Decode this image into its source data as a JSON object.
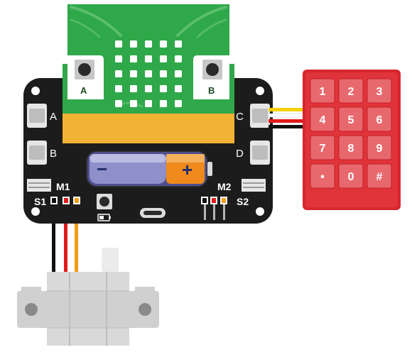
{
  "microbit": {
    "button_a_label": "A",
    "button_b_label": "B",
    "led_rows": 5,
    "led_cols": 5
  },
  "expansion_board": {
    "port_labels": {
      "a": "A",
      "b": "B",
      "c": "C",
      "d": "D",
      "m1": "M1",
      "m2": "M2",
      "s1": "S1",
      "s2": "S2"
    },
    "battery": {
      "minus": "−",
      "plus": "+"
    }
  },
  "keypad": {
    "keys": [
      "1",
      "2",
      "3",
      "4",
      "5",
      "6",
      "7",
      "8",
      "9",
      "•",
      "0",
      "#"
    ]
  },
  "colors": {
    "board": "#1c1c1c",
    "microbit_green": "#2fa84a",
    "gold_strip": "#f2b233",
    "keypad_red": "#d7262e",
    "wire_black": "#111111",
    "wire_red": "#e21b1b",
    "wire_orange": "#f39c12",
    "wire_yellow": "#f5d100",
    "servo_grey": "#d9d9d9"
  }
}
